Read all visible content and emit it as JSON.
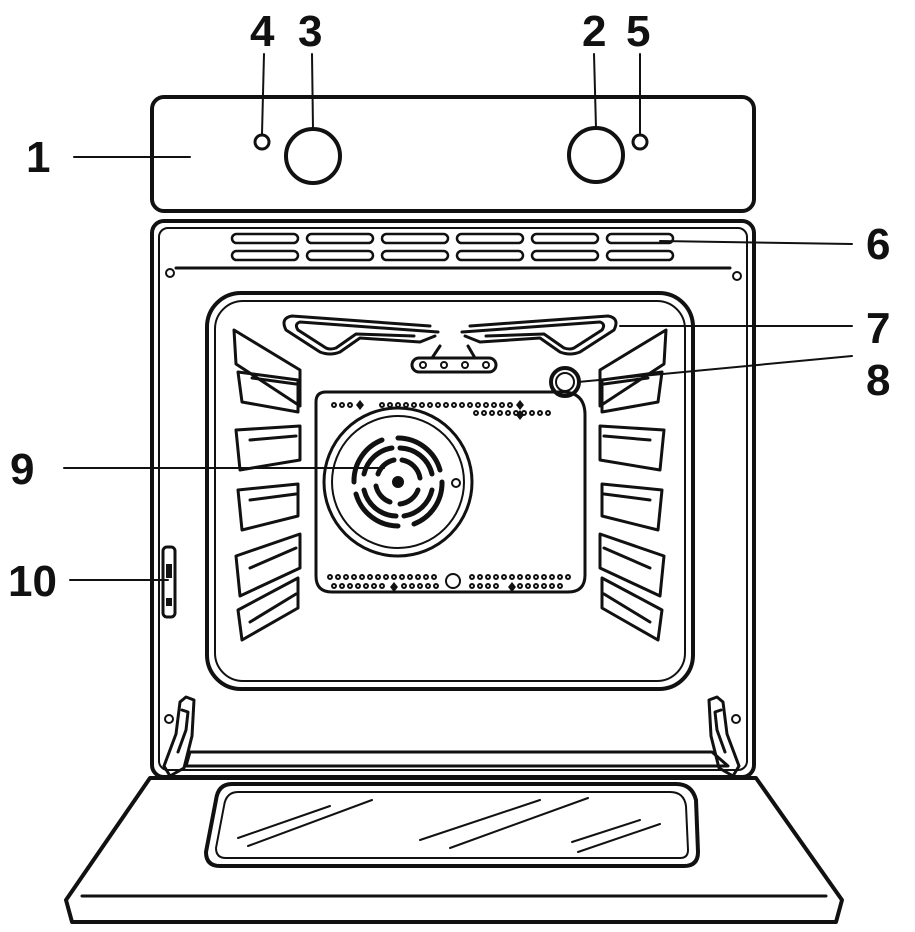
{
  "figure": {
    "subject": "built-in oven, front view, door open",
    "stroke_color": "#111111",
    "background_color": "#ffffff"
  },
  "callouts": [
    {
      "number": "1"
    },
    {
      "number": "2"
    },
    {
      "number": "3"
    },
    {
      "number": "4"
    },
    {
      "number": "5"
    },
    {
      "number": "6"
    },
    {
      "number": "7"
    },
    {
      "number": "8"
    },
    {
      "number": "9"
    },
    {
      "number": "10"
    }
  ]
}
